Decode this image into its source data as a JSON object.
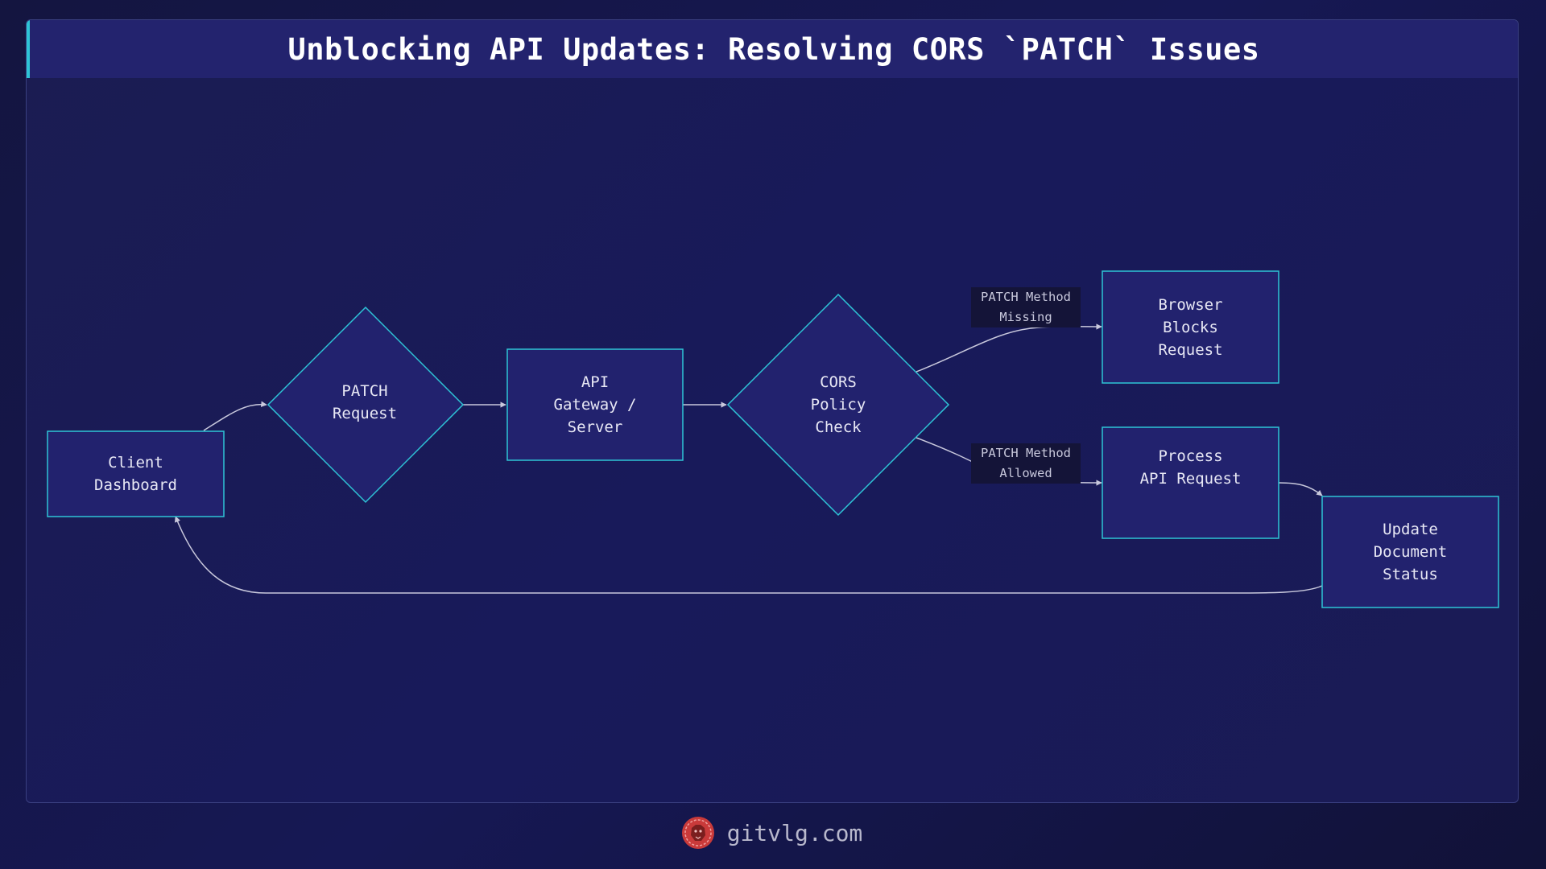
{
  "title": "Unblocking API Updates: Resolving CORS `PATCH` Issues",
  "colors": {
    "node_fill": "#22226e",
    "node_border": "#2ec4d6",
    "edge": "#c8c8dc",
    "title_bar": "#23236e",
    "accent": "#2ec4d6",
    "logo": "#e04848"
  },
  "nodes": {
    "client_dashboard": "Client\nDashboard",
    "patch_request": "PATCH\nRequest",
    "api_gateway": "API\nGateway /\nServer",
    "cors_check": "CORS\nPolicy\nCheck",
    "browser_blocks": "Browser\nBlocks\nRequest",
    "process_api": "Process\nAPI Request",
    "update_document": "Update\nDocument\nStatus"
  },
  "edge_labels": {
    "missing": "PATCH Method\nMissing",
    "allowed": "PATCH Method\nAllowed"
  },
  "footer": {
    "logo_icon": "lion-head-icon",
    "text": "gitvlg.com"
  }
}
